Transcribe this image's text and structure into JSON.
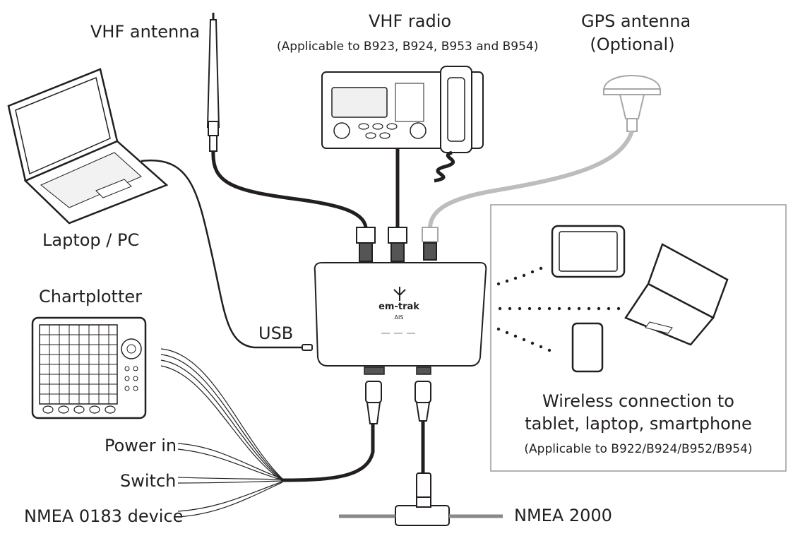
{
  "labels": {
    "vhf_antenna": "VHF antenna",
    "vhf_radio": "VHF radio",
    "vhf_radio_note": "(Applicable to B923, B924, B953 and B954)",
    "gps_antenna": "GPS antenna",
    "gps_optional": "(Optional)",
    "laptop_pc": "Laptop / PC",
    "chartplotter": "Chartplotter",
    "usb": "USB",
    "power_in": "Power in",
    "switch": "Switch",
    "nmea_0183": "NMEA 0183 device",
    "nmea_2000": "NMEA 2000",
    "wireless_line1": "Wireless connection to",
    "wireless_line2": "tablet, laptop, smartphone",
    "wireless_note": "(Applicable to B922/B924/B952/B954)"
  },
  "device": {
    "brand": "em-trak",
    "model": "AIS"
  }
}
